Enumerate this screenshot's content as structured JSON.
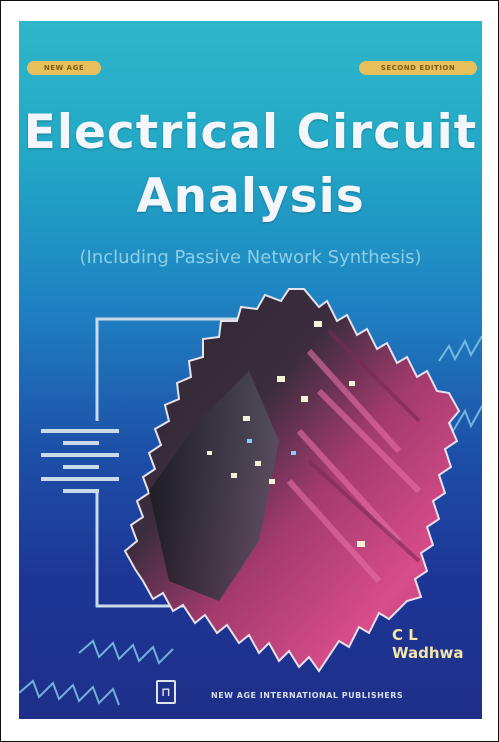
{
  "cover": {
    "badge_left": "NEW AGE",
    "badge_right": "SECOND EDITION",
    "title_line1": "Electrical Circuit",
    "title_line2": "Analysis",
    "subtitle": "(Including Passive Network Synthesis)",
    "author": "C L Wadhwa",
    "publisher": "NEW AGE INTERNATIONAL PUBLISHERS",
    "colors": {
      "background_top": "#2fb6c9",
      "background_bottom": "#1e2f88",
      "title": "#f3f6fb",
      "badge": "#e8c05b",
      "diamond_magenta": "#c0407e"
    }
  }
}
